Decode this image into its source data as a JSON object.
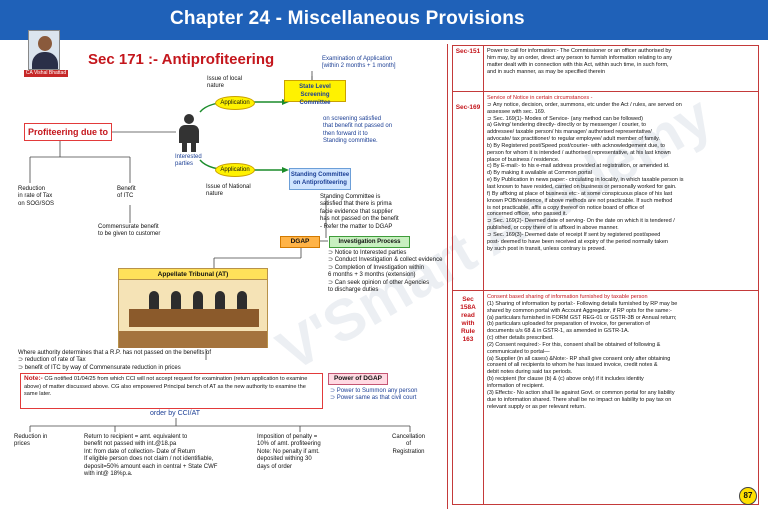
{
  "header": {
    "title": "Chapter 24 - Miscellaneous Provisions",
    "author_caption": "CA Vishal Bhattad",
    "page_number": "87",
    "watermark": "V'Smart Academy"
  },
  "left": {
    "sec_title": "Sec 171 :- Antiprofiteering",
    "exam_app": [
      "Examination of Application",
      "[within 2 months + 1 month]"
    ],
    "issue_local": [
      "Issue of local",
      "nature"
    ],
    "issue_national": [
      "Issue of National",
      "nature"
    ],
    "application": "Application",
    "state_committee": [
      "State Level Screening",
      "Committee"
    ],
    "standing_committee": [
      "Standing Committee",
      "on Antiprofiteering"
    ],
    "screening_note": [
      "on screening satisfied",
      "that benefit not passed on",
      "then forward it to",
      "Standing committee."
    ],
    "standing_note": [
      "Standing Committee is",
      "satisfied that there is prima",
      "facie evidence that supplier",
      "has not passed on the benefit",
      "- Refer the matter to DGAP"
    ],
    "interested": [
      "Interested",
      "parties"
    ],
    "profiteering": "Profiteering due to",
    "reduction": [
      "Reduction",
      "in rate of Tax",
      "on SOG/SOS"
    ],
    "benefit_itc": [
      "Benefit",
      "of ITC"
    ],
    "commensurate": [
      "Commensurate benefit",
      "to be given to customer"
    ],
    "dgap": "DGAP",
    "investigation": "Investigation Process",
    "inv_points": [
      "⊃ Notice to Interested parties",
      "⊃ Conduct Investigation & collect evidence",
      "⊃ Completion of Investigation within",
      "   6 months + 3 months (extension)",
      "⊃ Can seek opinion of other Agencies",
      "   to discharge duties"
    ],
    "tribunal": "Appellate Tribunal (AT)",
    "where_lines": [
      "Where authority determines that a R.P. has not passed on the benefits of",
      "⊃ reduction of rate of Tax",
      "⊃ benefit of ITC by way of Commensurate reduction in prices"
    ],
    "note_label": "Note:-",
    "note_text": " CG notified 01/04/25 from which CCI will not accept request for examination (return application to examine above) of matter discussed above. CG also empowered Principal bench of AT as the new authority to examine the same later.",
    "power_dgap": "Power of DGAP",
    "power_points": [
      "⊃ Power to Summon any person",
      "⊃ Power same as that civil court"
    ],
    "order_by": "order by CCI/AT",
    "orders": {
      "reduction": [
        "Reduction in",
        "prices"
      ],
      "return": [
        "Return to recipient = amt. equivalent to",
        "benefit not passed with int.@18.pa",
        "Int: from date of collection- Date of Return",
        "If eligible person does not claim / not identifiable,",
        "deposit=50% amount each in central + State CWF",
        "with int@ 18%p.a."
      ],
      "penalty": [
        "Imposition of penalty =",
        "10% of amt. profiteering",
        "Note: No penalty if amt.",
        "deposited withing 30",
        "days of order"
      ],
      "cancel": [
        "Cancellation",
        "of",
        "Registration"
      ]
    }
  },
  "right": {
    "s151": {
      "label": "Sec-151",
      "lines": [
        "Power to call for information:- The Commissioner or an officer authorised by",
        "him may, by an order, direct any person to furnish information relating to any",
        "matter dealt with in connection with this Act, within such time, in such form,",
        "and in such manner, as may be specified therein"
      ]
    },
    "s169": {
      "label": "Sec-169",
      "lines": [
        "Service of Notice in certain circumstances -",
        "⊃ Any notice, decision, order, summons, etc under the Act / rules, are served on",
        "   assessee with sec. 169.",
        "⊃ Sec. 169(1)- Modes of Service- (any method can be followed)",
        "a) Giving/ tendering directly- directly or by messenger / courier, to",
        "   addressee/ taxable person/ his manager/ authorised representative/",
        "   advocate/ tax practitioner/ to regular employee/ adult member of family.",
        "b) By Registered post/Speed post/courier- with acknowledgement due, to",
        "   person for whom it is intended / authorised representative, at his last known",
        "   place of business / residence.",
        "c) By E-mail:- to his e-mail address provided at registration, or amended id.",
        "d) By making it available at Common portal",
        "e) By Publication in news paper:- circulating in locality, in which taxable person is",
        "   last known to have resided, carried on business or personally worked for gain.",
        "f) By affixing at place of business etc:- at some conspicuous place of his last",
        "   known POB/residence, if above methods are not practicable. If such method",
        "   is not practicable, affix a copy thereof on notice board of office of",
        "   concerned officer, who passed it.",
        "⊃ Sec. 169(2)- Deemed date of serving- On the date on which it is tendered /",
        "   published, or copy there of is affixed in above manner.",
        "⊃ Sec. 169(3)- Deemed date of receipt If sent by registered post/speed",
        "   post- deemed to have been received at expiry of the period normally taken",
        "   by such post in transit, unless contrary is proved."
      ]
    },
    "s158a": {
      "label": [
        "Sec",
        "158A",
        "read",
        "with",
        "Rule",
        "163"
      ],
      "lines": [
        "Consent based sharing of information furnished by taxable person",
        "(1) Sharing of information by portal:- Following details furnished by RP may be",
        "     shared by common portal with Account Aggregator, if RP opts for the same:-",
        "     (a) particulars furnished in FORM GST REG-01 or GSTR-3B or Annual return;",
        "     (b) particulars uploaded for preparation of invoice, for generation of",
        "          documents u/s 68 & in GSTR-1, as amended in GSTR-1A.",
        "     (c) other details prescribed.",
        "(2) Consent required:- For this, consent shall be obtained of following &",
        "     communicated to portal—",
        "     (a) Supplier (in all cases) &Note:- RP shall give consent only after obtaining",
        "          consent of all recipients to whom he has issued invoice, credit notes &",
        "          debit notes during said tax periods.",
        "     (b) recipient (for clause (b) & (c) above only) if it includes identity",
        "          information of recipient.",
        "(3) Effects:- No action shall lie against Govt. or common portal for any liability",
        "     due to information shared. There shall be no impact on liability to pay tax on",
        "     relevant supply or as per relevant return."
      ]
    }
  }
}
